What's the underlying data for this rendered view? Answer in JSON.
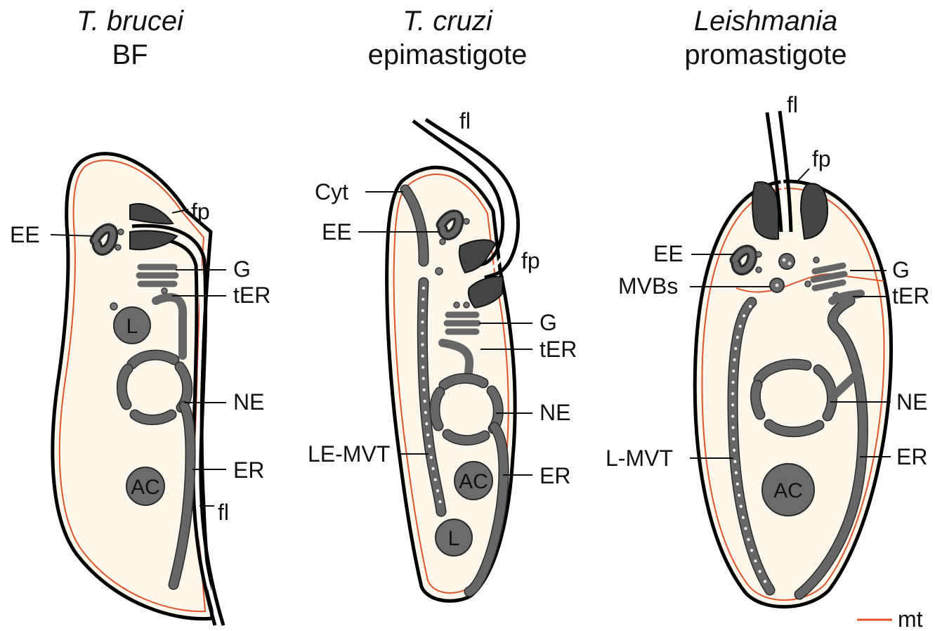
{
  "panels": [
    {
      "title_line1": "T. brucei",
      "title_line2": "BF",
      "labels": {
        "ee": "EE",
        "fp": "fp",
        "g": "G",
        "ter": "tER",
        "ne": "NE",
        "er": "ER",
        "fl": "fl",
        "l": "L",
        "ac": "AC"
      }
    },
    {
      "title_line1": "T. cruzi",
      "title_line2": "epimastigote",
      "labels": {
        "fl": "fl",
        "cyt": "Cyt",
        "ee": "EE",
        "fp": "fp",
        "g": "G",
        "ter": "tER",
        "ne": "NE",
        "lemvt": "LE-MVT",
        "er": "ER",
        "ac": "AC",
        "l": "L"
      }
    },
    {
      "title_line1": "Leishmania",
      "title_line2": "promastigote",
      "labels": {
        "fl": "fl",
        "fp": "fp",
        "ee": "EE",
        "mvbs": "MVBs",
        "g": "G",
        "ter": "tER",
        "ne": "NE",
        "lmvt": "L-MVT",
        "er": "ER",
        "ac": "AC"
      }
    }
  ],
  "legend": {
    "mt": "mt",
    "mt_color": "#e2552c"
  }
}
